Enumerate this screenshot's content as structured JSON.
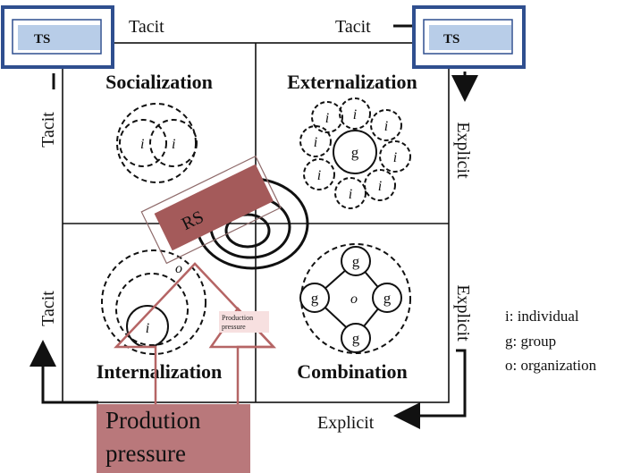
{
  "ts_badges": {
    "left": "TS",
    "right": "TS"
  },
  "edge_labels": {
    "top_left": "Tacit",
    "top_right": "Tacit",
    "left_upper": "Tacit",
    "left_lower": "Tacit",
    "right_upper": "Explicit",
    "right_lower": "Explicit",
    "bottom": "Explicit"
  },
  "quadrants": {
    "socialization": "Socialization",
    "externalization": "Externalization",
    "internalization": "Internalization",
    "combination": "Combination"
  },
  "node_letters": {
    "individual": "i",
    "group": "g",
    "organization": "o"
  },
  "rs_label": "RS",
  "small_arrow_label": [
    "Production",
    "pressure"
  ],
  "production_pressure_box": [
    "Prodution",
    "pressure"
  ],
  "legend": [
    "i: individual",
    "g: group",
    "o: organization"
  ],
  "colors": {
    "ts_border": "#2f4f8f",
    "ts_fill": "#b8cde8",
    "rs_fill": "#a45a5a",
    "pressure_fill": "#b9787b",
    "arrow_outline": "#b56565",
    "line": "#111111"
  }
}
